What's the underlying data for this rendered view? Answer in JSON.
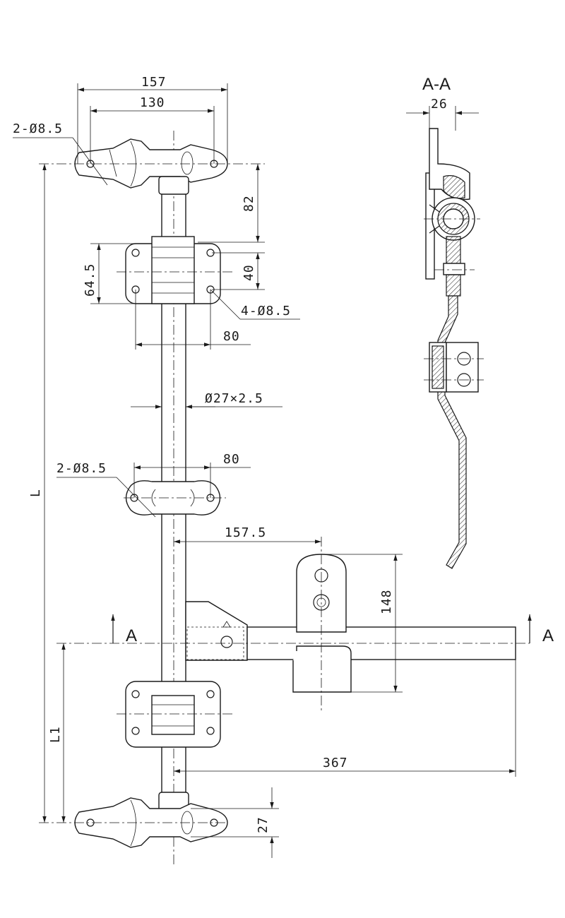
{
  "views": {
    "section_title": "A-A",
    "section_marker_left": "A",
    "section_marker_right": "A"
  },
  "dimensions": {
    "overall_width": "157",
    "hole_spacing": "130",
    "top_hole_callout": "2-Ø8.5",
    "top_to_bracket": "82",
    "bracket_height": "64.5",
    "bracket_hole_spacing_v": "40",
    "bracket_hole_callout": "4-Ø8.5",
    "bracket_hole_spacing_h": "80",
    "tube_size": "Ø27×2.5",
    "guide_hole_spacing": "80",
    "guide_hole_callout": "2-Ø8.5",
    "handle_offset": "157.5",
    "keeper_height": "148",
    "handle_length": "367",
    "bottom_cam_height": "27",
    "overall_length": "L",
    "handle_position": "L1",
    "section_depth": "26"
  }
}
